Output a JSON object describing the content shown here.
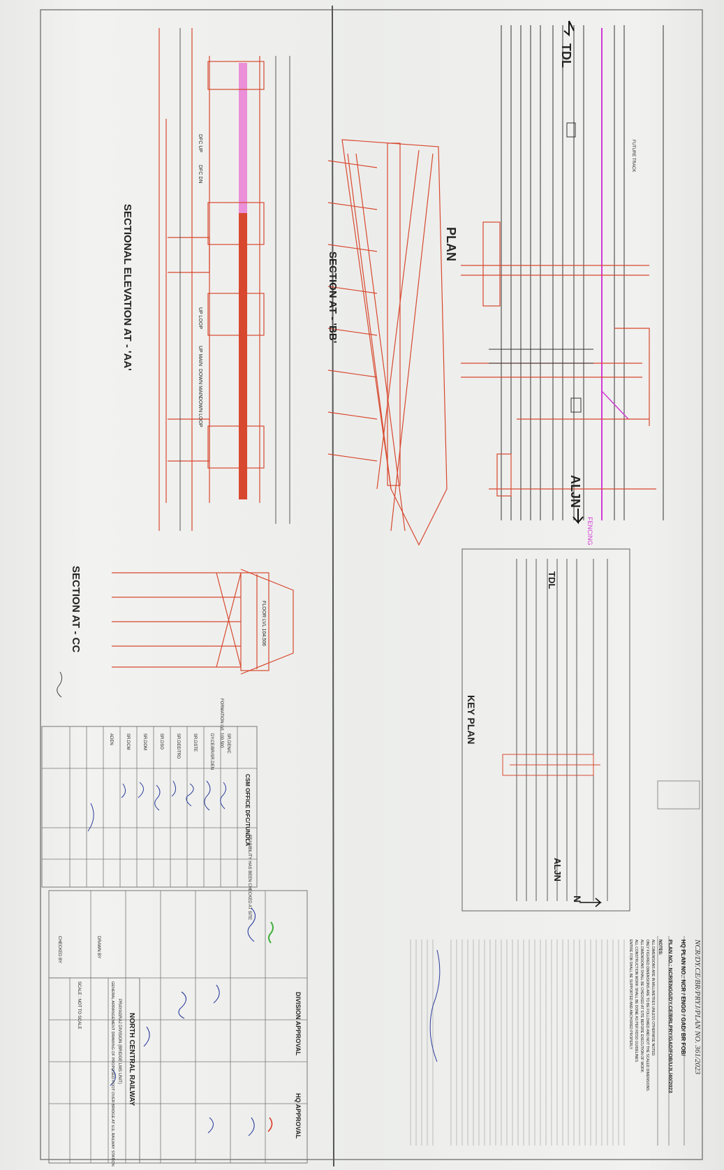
{
  "drawing": {
    "header_number": "HQ PLAN NO.: NCR / ENGG / GAD/ BR FOB/",
    "plan_no": "PLAN NO.: NCR/ENGG/DY.CE/BRLPRY/GAD/FOB/UJL/40/2023",
    "handwritten_ref": "NCR/DY.CE/BR/PRYJ/PLAN NO. 361/2023",
    "notes_heading": "NOTES:",
    "notes": [
      "ALL DIMENSIONS ARE IN MILLIMETRES UNLESS OTHERWISE NOTED.",
      "ONLY FIGURED DIMENSIONS ARE TO BE FOLLOWED AND NOT THE SCALED DIMENSIONS.",
      "ALL DIMENSIONS SHALL BE CHECKED AT SITE BEFORE EXECUTION OF WORK.",
      "ALL CONSTRUCTION WORK SHALL BE DONE AS PER RDSO GUIDELINES.",
      "ENTIRE FOB SHALL BE SUPPORTED AND ANCHORED PROPERLY."
    ],
    "division_approval": "DIVISION APPROVAL",
    "hq_approval": "HQ APPROVAL",
    "csm_office": "CSM OFFICE DFC/TUNDLA",
    "feasibility": "FEASIBILITY HAS BEEN CHECKED AT SITE",
    "railway": "NORTH CENTRAL RAILWAY",
    "division": "PRAYAGRAJ DIVISION (BRIDGE LMS UNIT)",
    "title_block_text": "GENERAL ARRANGEMENT DRAWING OF PROPOSED FOOT OVER BRIDGE AT UJL RAILWAY STATION",
    "scale": "SCALE : NOT TO SCALE",
    "drawn_by": "DRAWN BY",
    "checked_by": "CHECKED BY"
  },
  "views": {
    "plan": "PLAN",
    "key_plan": "KEY PLAN",
    "section_bb": "SECTION AT - 'BB'",
    "section_aa": "SECTIONAL ELEVATION AT - 'AA'",
    "section_cc": "SECTION AT - CC"
  },
  "tracks": {
    "tdl": "TDL",
    "aljn": "ALJN",
    "tdl2": "TDL",
    "aljn2": "ALJN",
    "north": "N",
    "up_loop": "UP LOOP",
    "up_main": "UP MAIN",
    "down_main": "DOWN MAIN",
    "down_loop": "DOWN LOOP",
    "dfc_up": "DFC UP",
    "dfc_dn": "DFC DN",
    "future_track": "FUTURE TRACK"
  },
  "annotations": {
    "floor_level": "FLOOR LVL 104.506",
    "formation_level": "FORMATION LVL 100.500",
    "fencing": "FENCING"
  },
  "officers": [
    "SR.DEN/C",
    "DY.CE/BR/SR.DEN",
    "SR.DSTE",
    "SR.DEE/TRD",
    "SR.DSO",
    "SR.DOM",
    "SR.DCM",
    "ADEN"
  ],
  "colors": {
    "red_ink": "#d8482f",
    "magenta_ink": "#d23ad6",
    "pink_fill": "#ea8fd8",
    "pencil": "#333333",
    "paper": "#eeeeec"
  }
}
